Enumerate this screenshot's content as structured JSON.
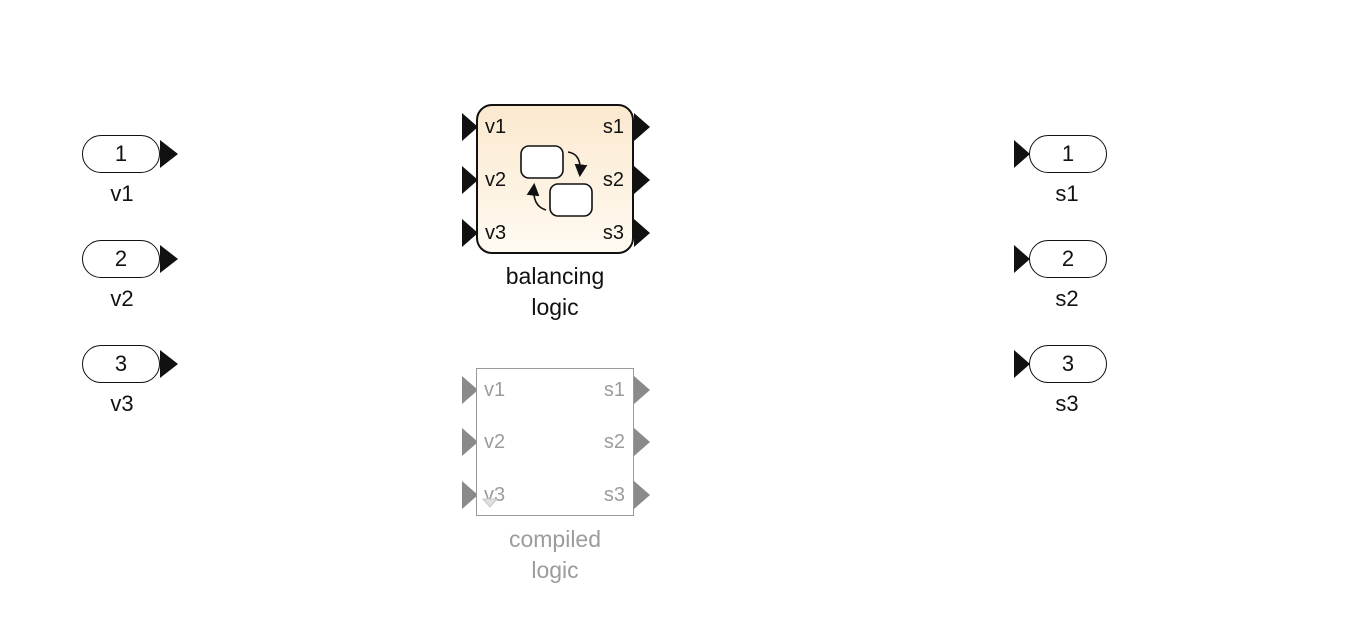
{
  "inports": [
    {
      "number": "1",
      "name": "v1"
    },
    {
      "number": "2",
      "name": "v2"
    },
    {
      "number": "3",
      "name": "v3"
    }
  ],
  "outports": [
    {
      "number": "1",
      "name": "s1"
    },
    {
      "number": "2",
      "name": "s2"
    },
    {
      "number": "3",
      "name": "s3"
    }
  ],
  "balancing_block": {
    "caption_line1": "balancing",
    "caption_line2": "logic",
    "inputs": [
      "v1",
      "v2",
      "v3"
    ],
    "outputs": [
      "s1",
      "s2",
      "s3"
    ],
    "icon": "stateflow-chart-icon"
  },
  "compiled_block": {
    "caption_line1": "compiled",
    "caption_line2": "logic",
    "inputs": [
      "v1",
      "v2",
      "v3"
    ],
    "outputs": [
      "s1",
      "s2",
      "s3"
    ]
  },
  "colors": {
    "port_arrow": "#111111",
    "muted_arrow": "#8a8a8a",
    "chart_fill": "#fbe9cf",
    "muted_text": "#9c9c9c"
  }
}
